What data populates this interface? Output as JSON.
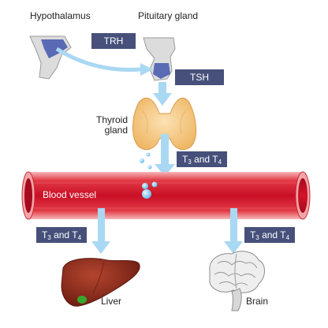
{
  "labels": {
    "hypothalamus": "Hypothalamus",
    "pituitary": "Pituitary gland",
    "thyroid_line1": "Thyroid",
    "thyroid_line2": "gland",
    "blood_vessel": "Blood vessel",
    "liver": "Liver",
    "brain": "Brain"
  },
  "hormones": {
    "trh": "TRH",
    "tsh": "TSH",
    "t_prefix": "T",
    "t3_sub": "3",
    "and": " and ",
    "t4_sub": "4"
  },
  "colors": {
    "tag": "#46507a",
    "arrow": "#a9d8f3",
    "vessel": "#d0112b",
    "gland_tissue": "#5a6ab5",
    "thyroid": "#f4c98a",
    "liver": "#8a2a1c",
    "gallbladder": "#36a82e"
  }
}
